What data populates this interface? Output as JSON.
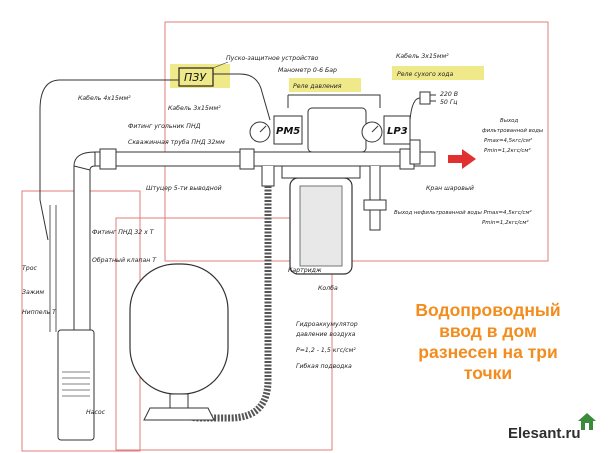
{
  "colors": {
    "highlight": "#efe98a",
    "marker_box": "#e07070",
    "arrow": "#e03030",
    "caption": "#f28c1c",
    "line": "#333333",
    "brand_house": "#3c8a3c"
  },
  "labels": {
    "pzu": "ПЗУ",
    "pzu_full": "Пуско-защитное устройство",
    "cable_4x15": "Кабель 4х15мм²",
    "cable_3x15_left": "Кабель 3х15мм²",
    "cable_3x15_right": "Кабель 3х15мм²",
    "manometer": "Манометр 0-6 Бар",
    "pressure_relay": "Реле давления",
    "dry_run_relay": "Реле сухого хода",
    "voltage": "220 В",
    "frequency": "50 Гц",
    "fitting_corner": "Фитинг угольник ПНД",
    "pipe_32": "Скважинная труба ПНД 32мм",
    "fitting_32t": "Фитинг ПНД 32 х Т",
    "check_valve": "Обратный клапан Т",
    "union_5": "Штуцер 5-ти выводной",
    "rms": "РМ5",
    "lp3": "LP3",
    "filtered_out_1": "Выход",
    "filtered_out_2": "фильтрованной воды",
    "filtered_out_3": "Pmax=4,5кгс/см²",
    "filtered_out_4": "Pmin=1,2кгс/см²",
    "ball_valve": "Кран шаровый",
    "unfiltered_out": "Выход нефильтрованной воды Pmax=4,5кгс/см²",
    "unfiltered_out_2": "Pmin=1,2кгс/см²",
    "cartridge": "Картридж",
    "flask": "Колба",
    "rope": "Трос",
    "clamp": "Зажим",
    "nipple": "Ниппель Т",
    "pump": "Насос",
    "accumulator_1": "Гидроаккумулятор",
    "accumulator_2": "давление воздуха",
    "accumulator_3": "P=1,2 - 1,5 кгс/см²",
    "hose": "Гибкая подводка"
  },
  "caption": {
    "line1": "Водопроводный",
    "line2": "ввод в дом",
    "line3": "разнесен на три",
    "line4": "точки"
  },
  "brand": {
    "name": "Elesant.ru"
  }
}
